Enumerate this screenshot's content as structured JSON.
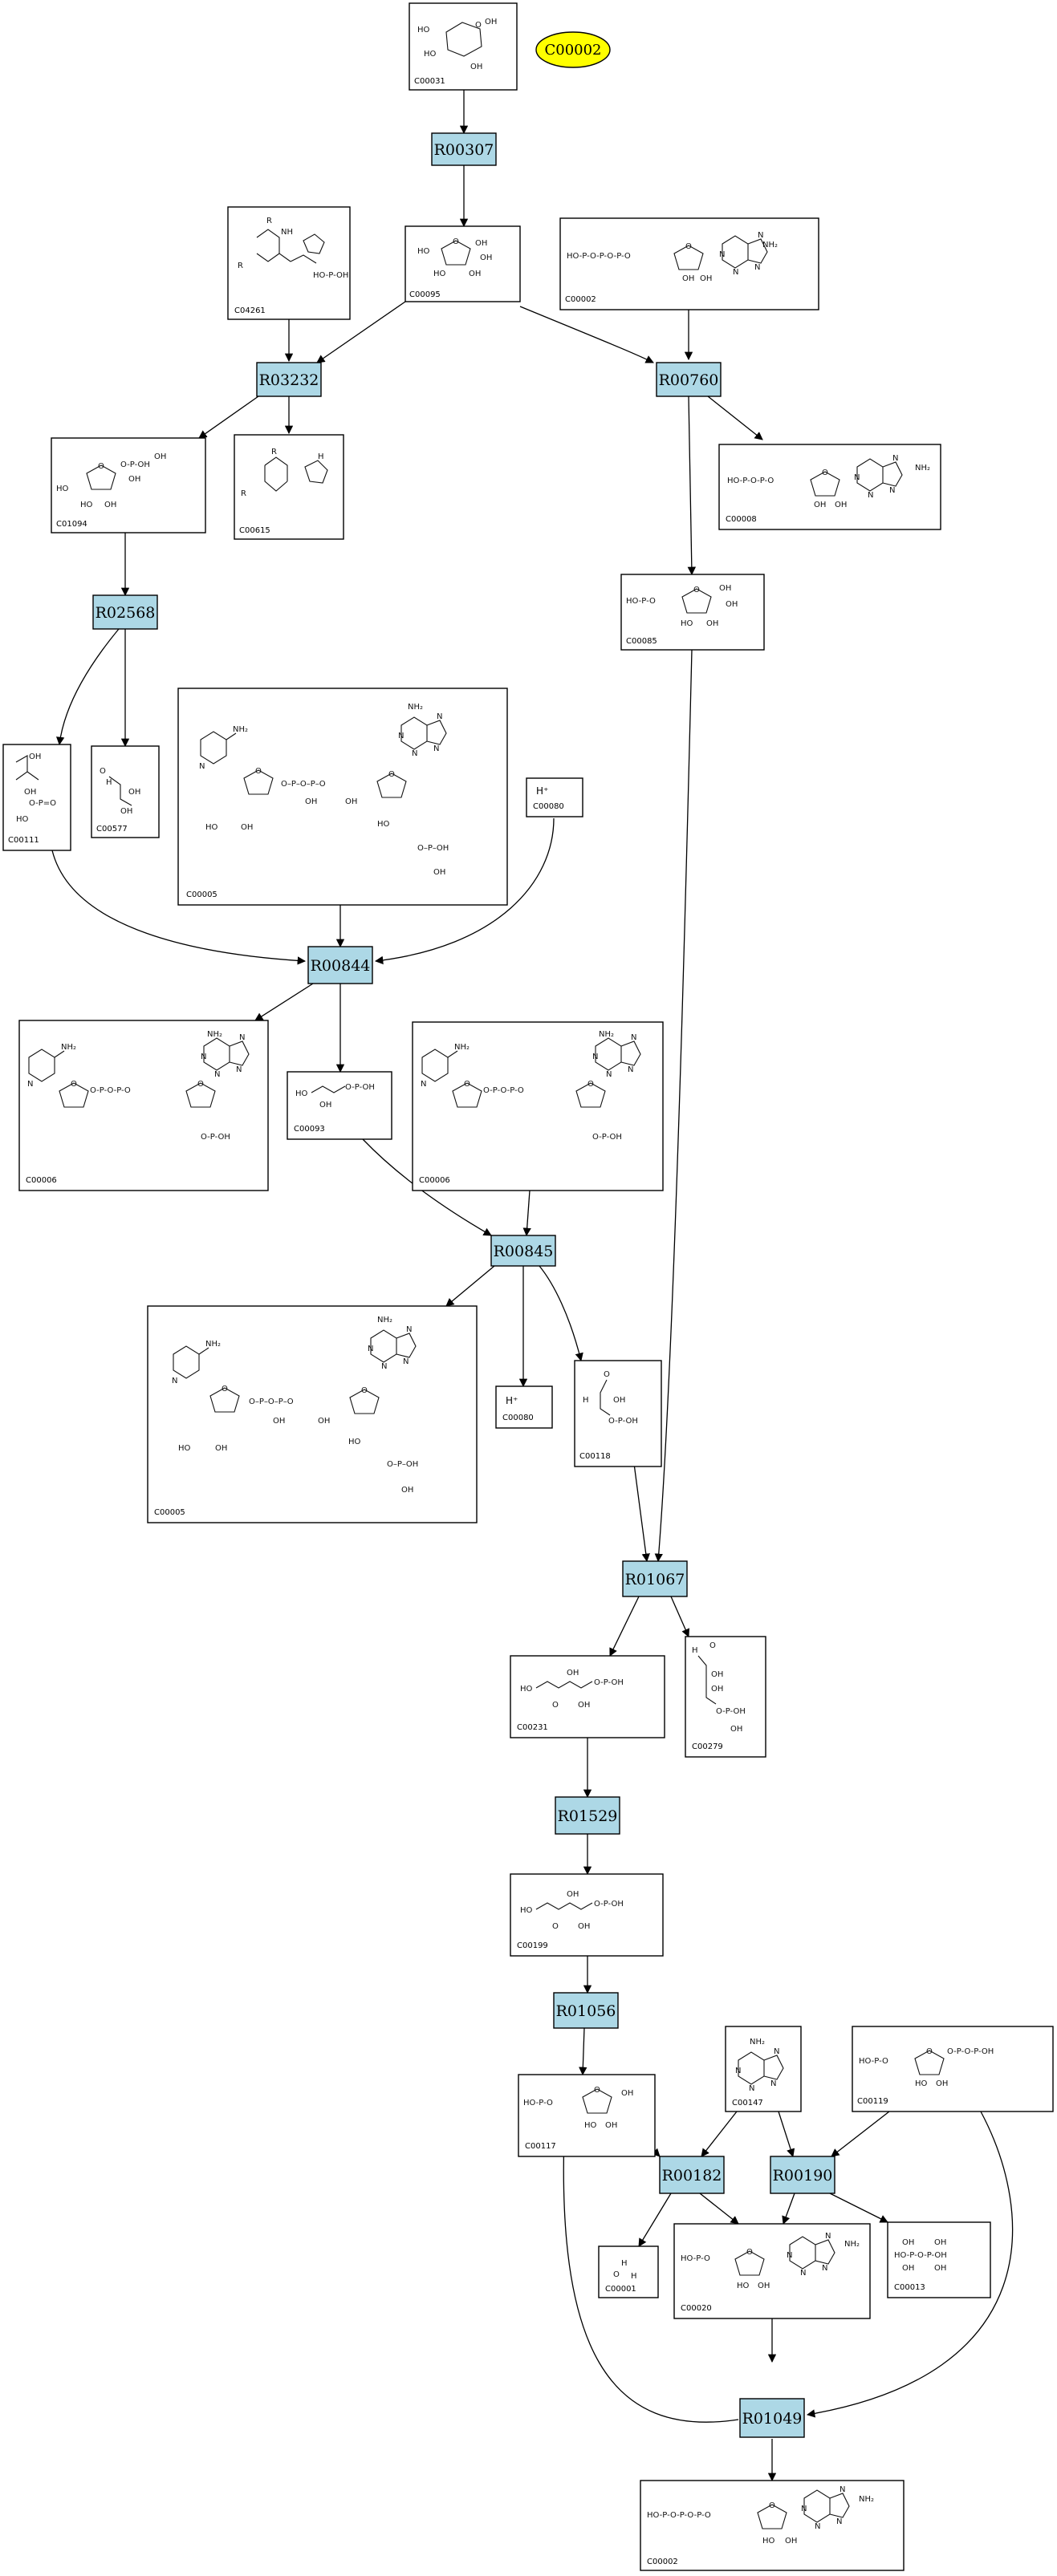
{
  "start_node": {
    "label": "C00002",
    "color": "#ffff00"
  },
  "colors": {
    "reaction_fill": "#add8e6",
    "compound_fill": "#ffffff",
    "edge": "#000000",
    "start_fill": "#ffff00"
  },
  "reactions": [
    {
      "id": "R00307"
    },
    {
      "id": "R03232"
    },
    {
      "id": "R00760"
    },
    {
      "id": "R02568"
    },
    {
      "id": "R00844"
    },
    {
      "id": "R00845"
    },
    {
      "id": "R01067"
    },
    {
      "id": "R01529"
    },
    {
      "id": "R01056"
    },
    {
      "id": "R00182"
    },
    {
      "id": "R00190"
    },
    {
      "id": "R01049"
    }
  ],
  "compounds": [
    {
      "id": "C00031"
    },
    {
      "id": "C04261"
    },
    {
      "id": "C00095"
    },
    {
      "id": "C00002"
    },
    {
      "id": "C01094"
    },
    {
      "id": "C00615"
    },
    {
      "id": "C00008"
    },
    {
      "id": "C00085"
    },
    {
      "id": "C00111"
    },
    {
      "id": "C00577"
    },
    {
      "id": "C00005"
    },
    {
      "id": "C00080",
      "text": "H⁺"
    },
    {
      "id": "C00006"
    },
    {
      "id": "C00093"
    },
    {
      "id": "C00006"
    },
    {
      "id": "C00005"
    },
    {
      "id": "C00080",
      "text": "H⁺"
    },
    {
      "id": "C00118"
    },
    {
      "id": "C00231"
    },
    {
      "id": "C00279"
    },
    {
      "id": "C00199"
    },
    {
      "id": "C00117"
    },
    {
      "id": "C00147"
    },
    {
      "id": "C00119"
    },
    {
      "id": "C00001"
    },
    {
      "id": "C00020"
    },
    {
      "id": "C00013"
    },
    {
      "id": "C00002"
    }
  ]
}
